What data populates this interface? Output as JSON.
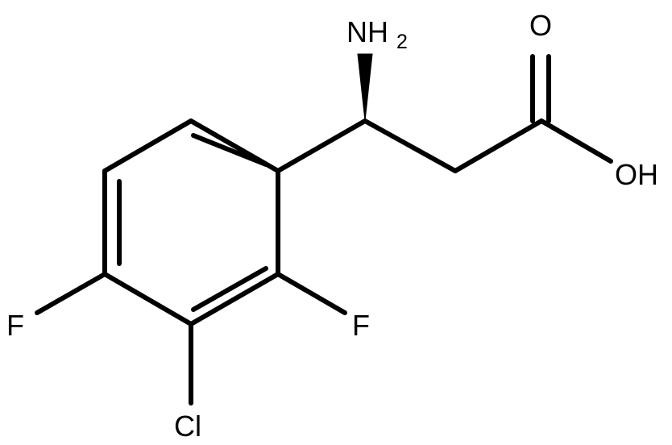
{
  "molecule": {
    "atoms": {
      "amine_label": "NH",
      "amine_subscript": "2",
      "carbonyl_oxygen_label": "O",
      "hydroxyl_label": "OH",
      "fluoro_left_label": "F",
      "fluoro_right_label": "F",
      "chloro_label": "Cl"
    },
    "bond_color": "#000000",
    "background_color": "#ffffff"
  }
}
